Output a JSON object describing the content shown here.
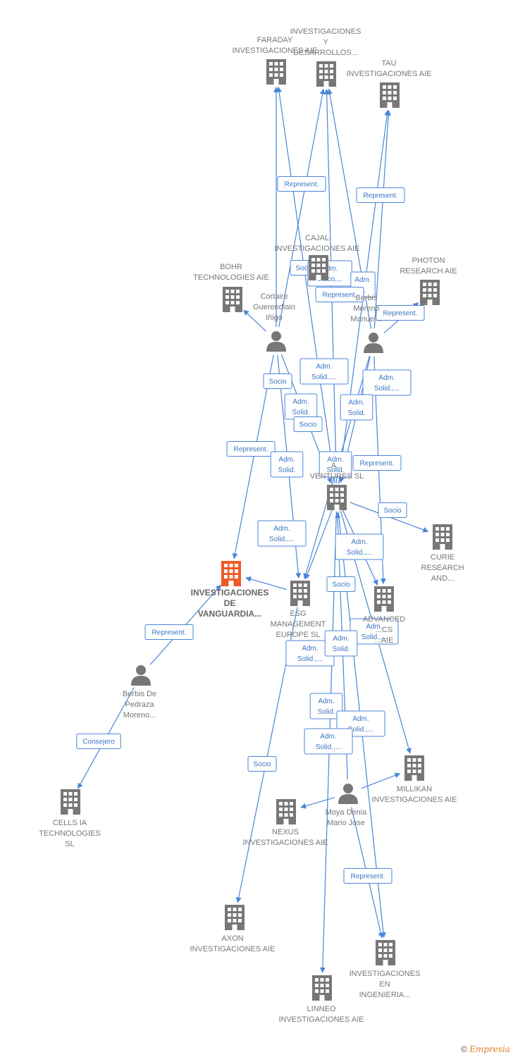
{
  "colors": {
    "edge": "#4a86d8",
    "node_gray": "#777777",
    "node_highlight": "#f05a28",
    "brand": "#e07a1f"
  },
  "nodes": [
    {
      "id": "faraday",
      "type": "company",
      "label": [
        "FARADAY",
        "INVESTIGACIONES AIE"
      ]
    },
    {
      "id": "iyd",
      "type": "company",
      "label": [
        "INVESTIGACIONES",
        "Y",
        "DESARROLLOS..."
      ]
    },
    {
      "id": "tau",
      "type": "company",
      "label": [
        "TAU",
        "INVESTIGACIONES AIE"
      ]
    },
    {
      "id": "cajal",
      "type": "company",
      "label": [
        "CAJAL",
        "INVESTIGACIONES AIE"
      ]
    },
    {
      "id": "bohr",
      "type": "company",
      "label": [
        "BOHR",
        "TECHNOLOGIES AIE"
      ]
    },
    {
      "id": "photon",
      "type": "company",
      "label": [
        "PHOTON",
        "RESEARCH AIE"
      ]
    },
    {
      "id": "cortaire",
      "type": "person",
      "label": [
        "Cortaire",
        "Guerendiain",
        "Iñigo"
      ]
    },
    {
      "id": "berbis1",
      "type": "person",
      "label": [
        "Berbis",
        "Moreno",
        "Manuel..."
      ]
    },
    {
      "id": "ventures",
      "type": "company",
      "label": [
        "A...",
        "VENTURES  SL"
      ]
    },
    {
      "id": "curie",
      "type": "company",
      "label": [
        "CURIE",
        "RESEARCH",
        "AND..."
      ]
    },
    {
      "id": "vanguardia",
      "type": "company_main",
      "label": [
        "INVESTIGACIONES",
        "DE",
        "VANGUARDIA..."
      ]
    },
    {
      "id": "esg",
      "type": "company",
      "label": [
        "ESG",
        "MANAGEMENT",
        "EUROPE  SL"
      ]
    },
    {
      "id": "advanced",
      "type": "company",
      "label": [
        "ADVANCED",
        "...CS",
        "...AIE"
      ]
    },
    {
      "id": "berbis2",
      "type": "person",
      "label": [
        "Berbis De",
        "Pedraza",
        "Moreno..."
      ]
    },
    {
      "id": "millikan",
      "type": "company",
      "label": [
        "MILLIKAN",
        "INVESTIGACIONES AIE"
      ]
    },
    {
      "id": "cells",
      "type": "company",
      "label": [
        "CELLS IA",
        "TECHNOLOGIES",
        "SL"
      ]
    },
    {
      "id": "nexus",
      "type": "company",
      "label": [
        "NEXUS",
        "INVESTIGACIONES AIE"
      ]
    },
    {
      "id": "moya",
      "type": "person",
      "label": [
        "Moya Denia",
        "Mario Jose"
      ]
    },
    {
      "id": "axon",
      "type": "company",
      "label": [
        "AXON",
        "INVESTIGACIONES AIE"
      ]
    },
    {
      "id": "ingenieria",
      "type": "company",
      "label": [
        "INVESTIGACIONES",
        "EN",
        "INGENIERIA..."
      ]
    },
    {
      "id": "linneo",
      "type": "company",
      "label": [
        "LINNEO",
        "INVESTIGACIONES AIE"
      ]
    }
  ],
  "edges": [
    {
      "from": "cortaire",
      "to": "faraday"
    },
    {
      "from": "cortaire",
      "to": "iyd"
    },
    {
      "from": "cortaire",
      "to": "bohr"
    },
    {
      "from": "cortaire",
      "to": "vanguardia"
    },
    {
      "from": "cortaire",
      "to": "esg"
    },
    {
      "from": "cortaire",
      "to": "ventures"
    },
    {
      "from": "berbis1",
      "to": "tau"
    },
    {
      "from": "berbis1",
      "to": "iyd"
    },
    {
      "from": "berbis1",
      "to": "photon"
    },
    {
      "from": "berbis1",
      "to": "esg"
    },
    {
      "from": "berbis1",
      "to": "advanced"
    },
    {
      "from": "berbis1",
      "to": "ventures"
    },
    {
      "from": "ventures",
      "to": "curie"
    },
    {
      "from": "ventures",
      "to": "esg"
    },
    {
      "from": "ventures",
      "to": "iyd"
    },
    {
      "from": "ventures",
      "to": "tau"
    },
    {
      "from": "ventures",
      "to": "faraday"
    },
    {
      "from": "ventures",
      "to": "advanced"
    },
    {
      "from": "ventures",
      "to": "millikan"
    },
    {
      "from": "ventures",
      "to": "ingenieria"
    },
    {
      "from": "ventures",
      "to": "linneo"
    },
    {
      "from": "berbis2",
      "to": "vanguardia"
    },
    {
      "from": "berbis2",
      "to": "cells"
    },
    {
      "from": "esg",
      "to": "axon"
    },
    {
      "from": "moya",
      "to": "nexus"
    },
    {
      "from": "moya",
      "to": "ventures"
    },
    {
      "from": "moya",
      "to": "millikan"
    },
    {
      "from": "moya",
      "to": "ingenieria"
    },
    {
      "from": "esg",
      "to": "vanguardia"
    }
  ],
  "edge_labels": [
    {
      "lines": [
        "Represent."
      ]
    },
    {
      "lines": [
        "Represent."
      ]
    },
    {
      "lines": [
        "Socio"
      ]
    },
    {
      "lines": [
        "Adm.",
        "Unico,..."
      ]
    },
    {
      "lines": [
        "Adm.",
        "..."
      ]
    },
    {
      "lines": [
        "Represent."
      ]
    },
    {
      "lines": [
        "Represent."
      ]
    },
    {
      "lines": [
        "Adm.",
        "Solid.,..."
      ]
    },
    {
      "lines": [
        "Socio"
      ]
    },
    {
      "lines": [
        "Adm.",
        "Solid.,..."
      ]
    },
    {
      "lines": [
        "Adm.",
        "Solid."
      ]
    },
    {
      "lines": [
        "Adm.",
        "Solid."
      ]
    },
    {
      "lines": [
        "Socio"
      ]
    },
    {
      "lines": [
        "Represent."
      ]
    },
    {
      "lines": [
        "Adm.",
        "Solid."
      ]
    },
    {
      "lines": [
        "Adm.",
        "Solid."
      ]
    },
    {
      "lines": [
        "Represent."
      ]
    },
    {
      "lines": [
        "Socio"
      ]
    },
    {
      "lines": [
        "Adm.",
        "Solid.,..."
      ]
    },
    {
      "lines": [
        "Adm.",
        "Solid.,..."
      ]
    },
    {
      "lines": [
        "Socio"
      ]
    },
    {
      "lines": [
        "Represent."
      ]
    },
    {
      "lines": [
        "Adm.",
        "Solid.,..."
      ]
    },
    {
      "lines": [
        "Adm.",
        "Solid.,..."
      ]
    },
    {
      "lines": [
        "Adm.",
        "Solid."
      ]
    },
    {
      "lines": [
        "Consejero"
      ]
    },
    {
      "lines": [
        "Adm.",
        "Solid."
      ]
    },
    {
      "lines": [
        "Adm.",
        "Solid.,..."
      ]
    },
    {
      "lines": [
        "Adm.",
        "Solid.,..."
      ]
    },
    {
      "lines": [
        "Socio"
      ]
    },
    {
      "lines": [
        "Represent."
      ]
    }
  ],
  "footer": {
    "copyright": "©",
    "brand": "Empresia"
  }
}
